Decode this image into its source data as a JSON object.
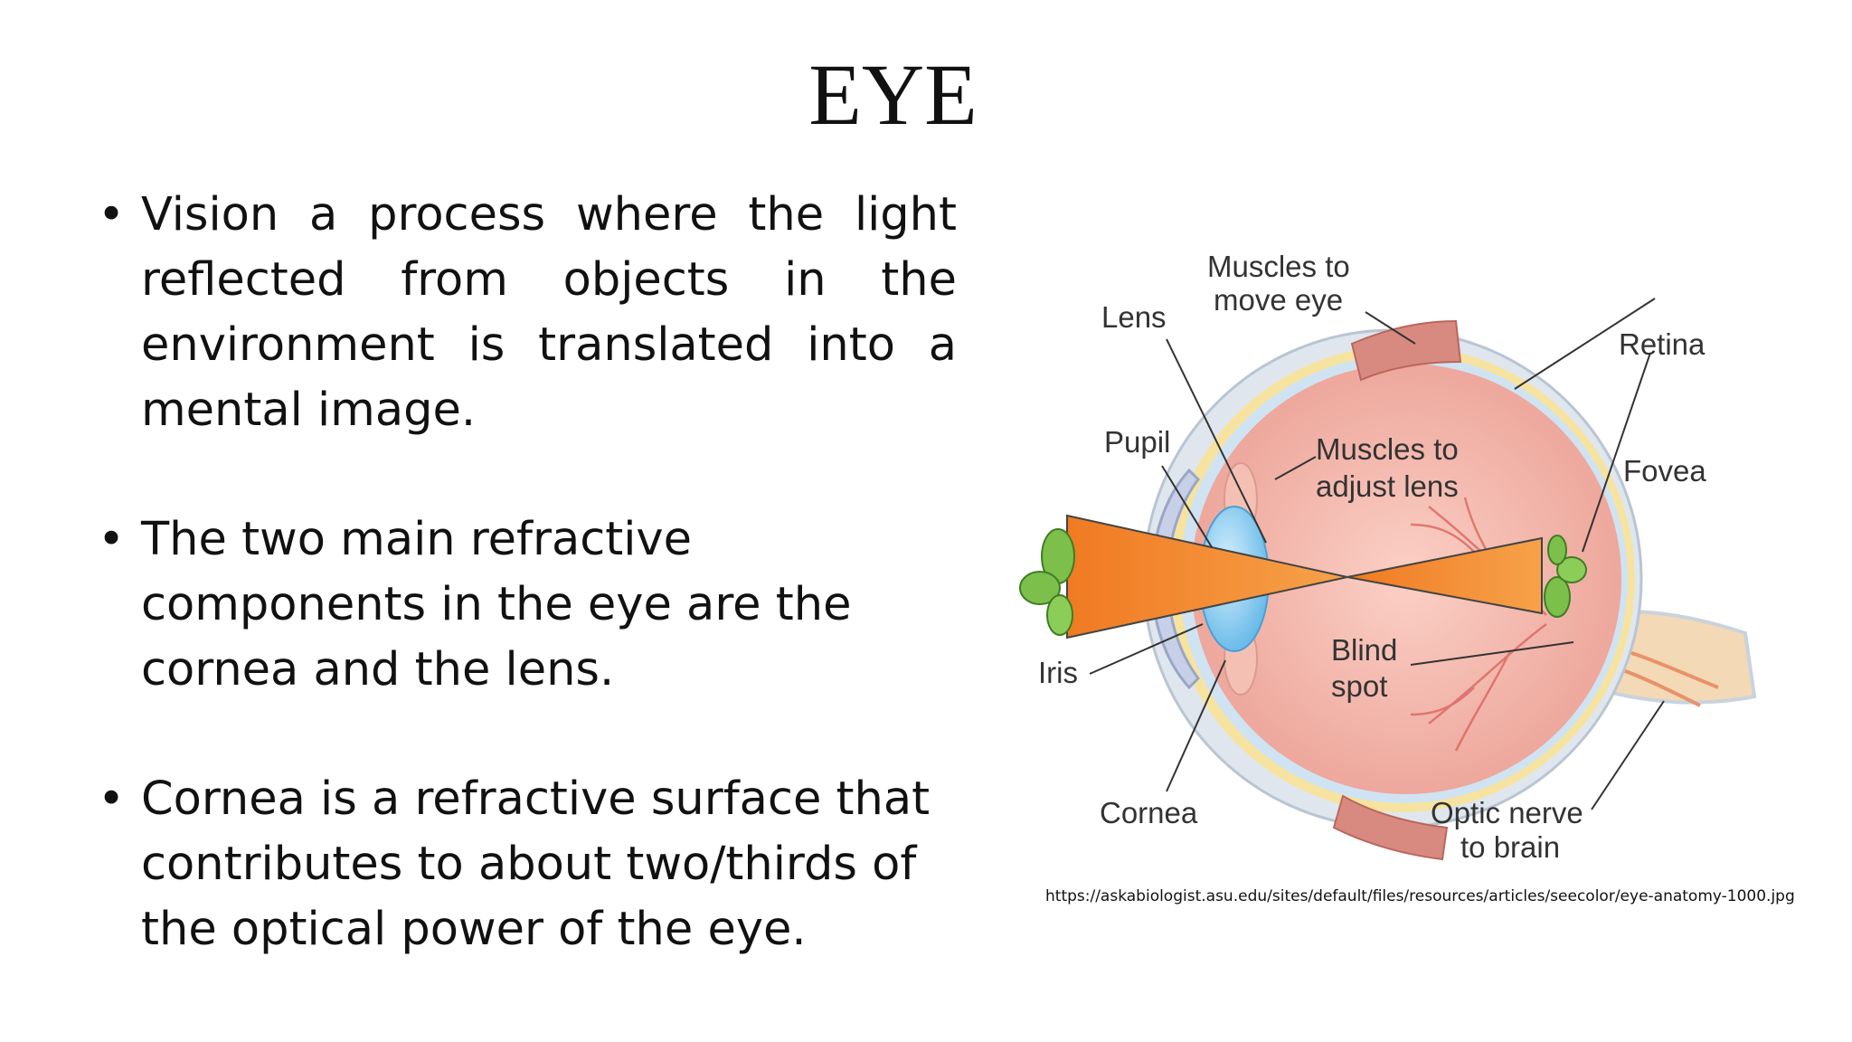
{
  "slide": {
    "title": "EYE",
    "bullets": [
      "Vision a process where the light reflected from objects in the environment is translated into a mental image.",
      "The two main refractive components in the eye are the cornea and the lens.",
      "Cornea is a refractive surface that contributes to about two/thirds of the optical power of the eye."
    ],
    "bullet_symbol": "•"
  },
  "diagram": {
    "labels": {
      "muscles_move_1": "Muscles to",
      "muscles_move_2": "move eye",
      "lens": "Lens",
      "retina": "Retina",
      "pupil": "Pupil",
      "muscles_adjust_1": "Muscles to",
      "muscles_adjust_2": "adjust lens",
      "fovea": "Fovea",
      "blind_1": "Blind",
      "blind_2": "spot",
      "iris": "Iris",
      "cornea": "Cornea",
      "optic_1": "Optic nerve",
      "optic_2": "to brain"
    },
    "colors": {
      "eyeball": "#f1b0a6",
      "sclera": "#dfe6ee",
      "choroid": "#f7e3a0",
      "lens": "#8fd0f2",
      "light_cone": "#f28a2c",
      "leaf": "#7cbf4a",
      "muscle": "#d98a80"
    }
  },
  "source": "https://askabiologist.asu.edu/sites/default/files/resources/articles/seecolor/eye-anatomy-1000.jpg"
}
